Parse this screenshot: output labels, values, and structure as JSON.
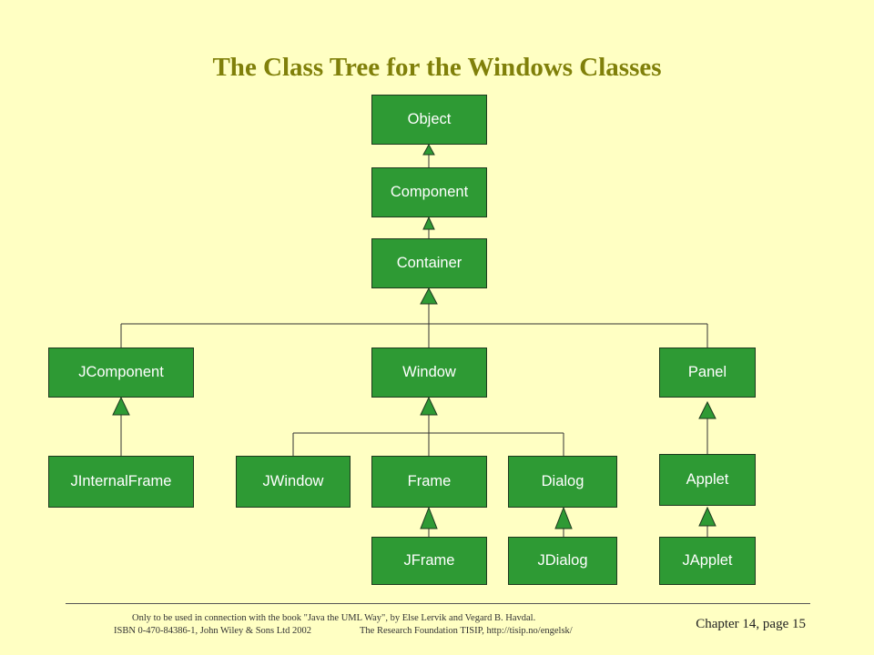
{
  "title": "The Class Tree for the Windows Classes",
  "nodes": {
    "object": "Object",
    "component": "Component",
    "container": "Container",
    "jcomponent": "JComponent",
    "window": "Window",
    "panel": "Panel",
    "jinternalframe": "JInternalFrame",
    "jwindow": "JWindow",
    "frame": "Frame",
    "dialog": "Dialog",
    "applet": "Applet",
    "jframe": "JFrame",
    "jdialog": "JDialog",
    "japplet": "JApplet"
  },
  "colors": {
    "background": "#FFFFC3",
    "node_fill": "#2E9A34",
    "title": "#80800A"
  },
  "footer": {
    "line1": "Only to be used in connection with the book \"Java the UML Way\", by Else Lervik and Vegard B. Havdal.",
    "line2a": "ISBN 0-470-84386-1, John Wiley & Sons Ltd 2002",
    "line2b": "The Research Foundation TISIP, http://tisip.no/engelsk/",
    "page": "Chapter 14, page 15"
  }
}
